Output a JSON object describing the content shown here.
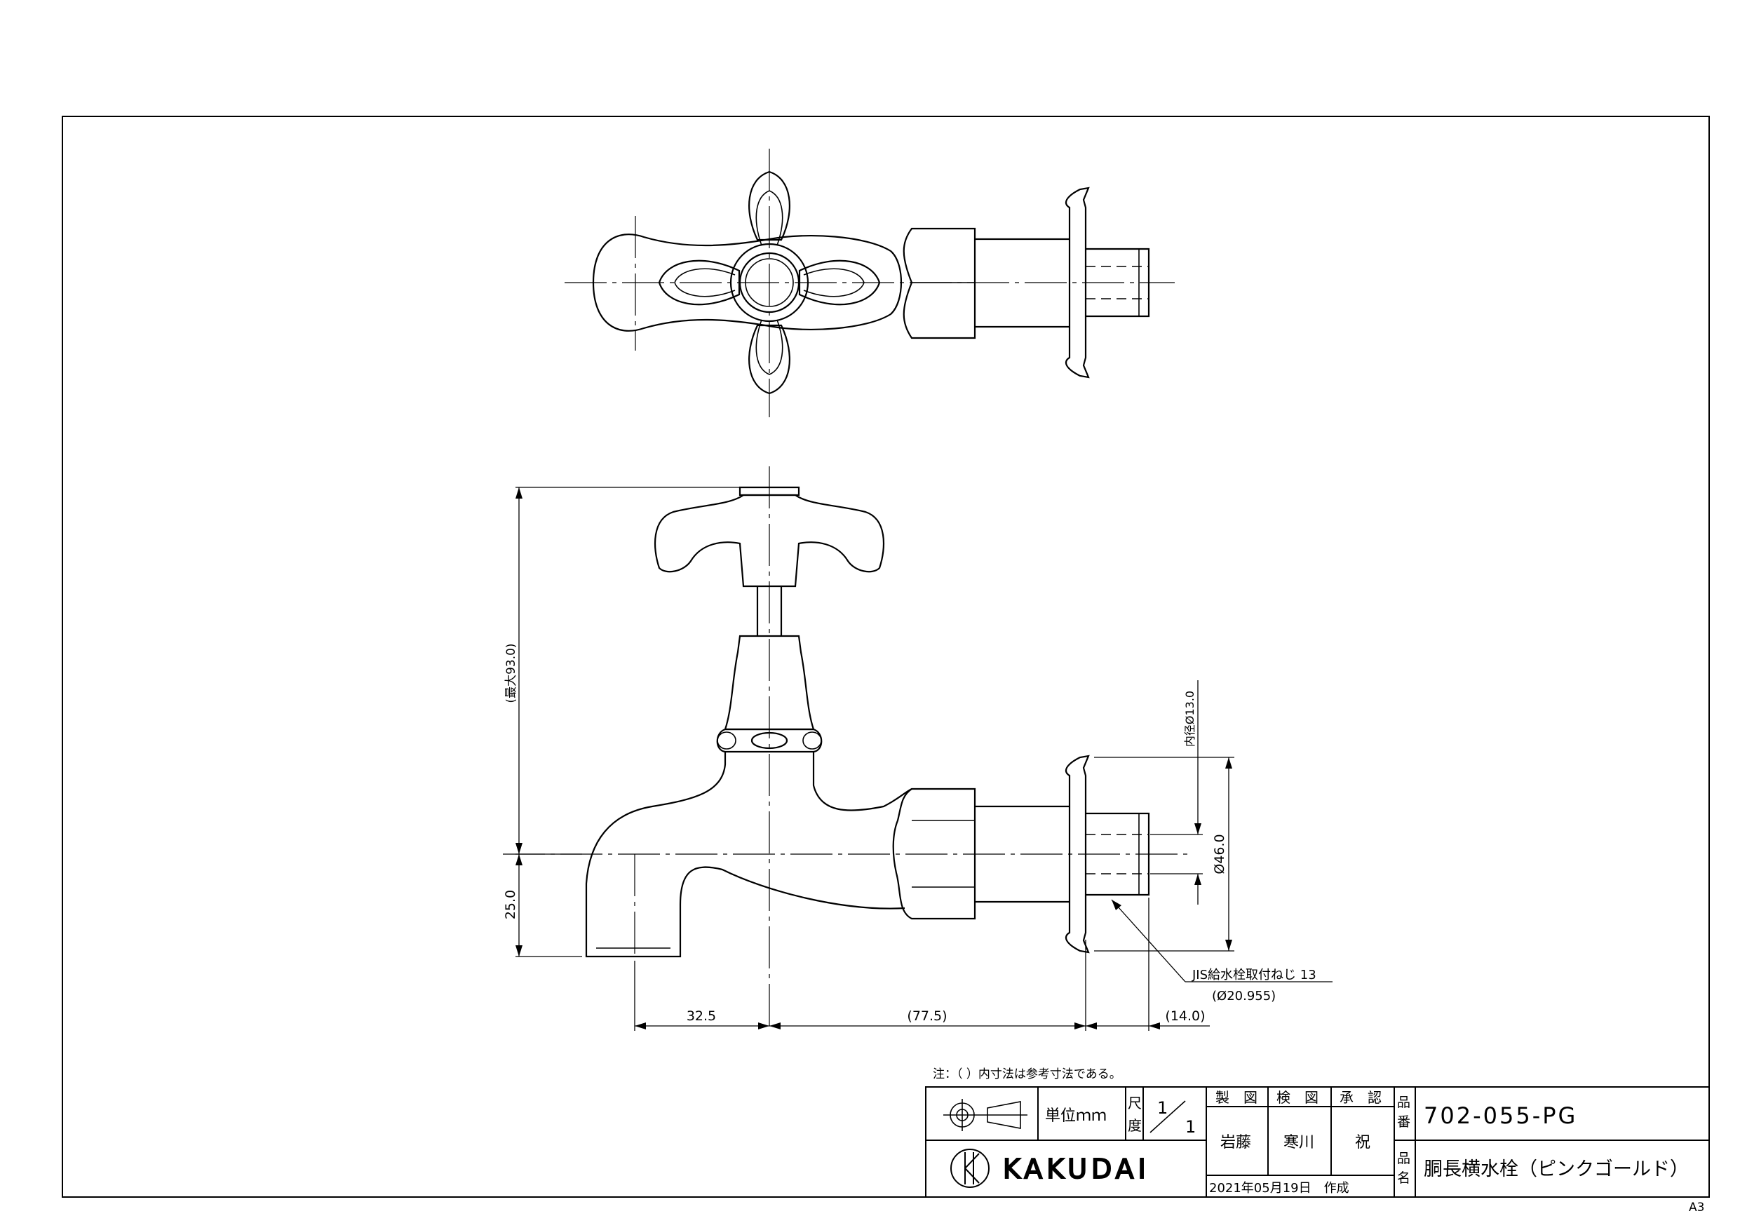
{
  "dimensions": {
    "max_height": "(最大93.0)",
    "spout_drop": "25.0",
    "spout_offset": "32.5",
    "body_length": "(77.5)",
    "thread_length": "(14.0)",
    "bore": "内径Ø13.0",
    "flange_dia": "Ø46.0",
    "thread_spec": "JIS給水栓取付ねじ 13",
    "thread_dia": "(Ø20.955)"
  },
  "note": "注：（ ）内寸法は参考寸法である。",
  "title_block": {
    "unit_label": "単位ｍｍ",
    "scale_label_1": "尺",
    "scale_label_2": "度",
    "scale_num": "1",
    "scale_den": "1",
    "drawn_label": "製　図",
    "checked_label": "検　図",
    "approved_label": "承　認",
    "drawn_by": "岩藤",
    "checked_by": "寒川",
    "approved_by": "祝",
    "date": "2021年05月19日　作成",
    "part_no_label_1": "品",
    "part_no_label_2": "番",
    "part_name_label_1": "品",
    "part_name_label_2": "名",
    "part_no": "702-055-PG",
    "part_name": "胴長横水栓（ピンクゴールド）",
    "logo_text": "KAKUDAI",
    "logo_icon": "kakudai-logo-icon",
    "projection_icon": "third-angle-projection-icon"
  },
  "sheet_size": "A3"
}
